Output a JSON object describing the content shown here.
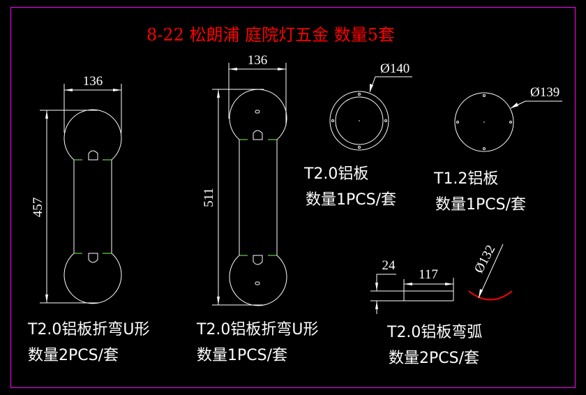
{
  "title": "8-22 松朗浦 庭院灯五金 数量5套",
  "colors": {
    "background": "#000000",
    "frame": "#ff00ff",
    "title": "#ff0000",
    "lines": "#ffffff",
    "bend": "#7cfc5a",
    "arc": "#ff0000"
  },
  "parts": [
    {
      "width_dim": "136",
      "height_dim": "457",
      "spec": "T2.0铝板折弯U形",
      "qty": "数量2PCS/套"
    },
    {
      "width_dim": "136",
      "height_dim": "511",
      "spec": "T2.0铝板折弯U形",
      "qty": "数量1PCS/套"
    },
    {
      "diameter_dim": "Ø140",
      "spec": "T2.0铝板",
      "qty": "数量1PCS/套"
    },
    {
      "diameter_dim": "Ø139",
      "spec": "T1.2铝板",
      "qty": "数量1PCS/套"
    },
    {
      "thickness_dim": "24",
      "length_dim": "117",
      "diameter_dim": "Ø132",
      "spec": "T2.0铝板弯弧",
      "qty": "数量2PCS/套"
    }
  ]
}
